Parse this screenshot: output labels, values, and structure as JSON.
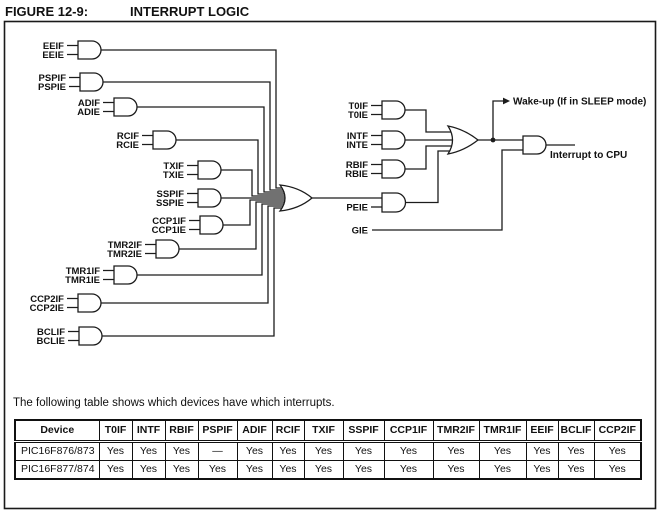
{
  "figure": {
    "label": "FIGURE 12-9:",
    "title": "INTERRUPT LOGIC"
  },
  "diagram": {
    "left_gates": [
      {
        "flag": "EEIF",
        "enable": "EEIE"
      },
      {
        "flag": "PSPIF",
        "enable": "PSPIE"
      },
      {
        "flag": "ADIF",
        "enable": "ADIE"
      },
      {
        "flag": "RCIF",
        "enable": "RCIE"
      },
      {
        "flag": "TXIF",
        "enable": "TXIE"
      },
      {
        "flag": "SSPIF",
        "enable": "SSPIE"
      },
      {
        "flag": "CCP1IF",
        "enable": "CCP1IE"
      },
      {
        "flag": "TMR2IF",
        "enable": "TMR2IE"
      },
      {
        "flag": "TMR1IF",
        "enable": "TMR1IE"
      },
      {
        "flag": "CCP2IF",
        "enable": "CCP2IE"
      },
      {
        "flag": "BCLIF",
        "enable": "BCLIE"
      }
    ],
    "right_gates": [
      {
        "flag": "T0IF",
        "enable": "T0IE"
      },
      {
        "flag": "INTF",
        "enable": "INTE"
      },
      {
        "flag": "RBIF",
        "enable": "RBIE"
      }
    ],
    "peie": "PEIE",
    "gie": "GIE",
    "wakeup": "Wake-up (If in SLEEP mode)",
    "interrupt_to_cpu": "Interrupt to CPU"
  },
  "note": "The following table shows which devices have which interrupts.",
  "table": {
    "headers": [
      "Device",
      "T0IF",
      "INTF",
      "RBIF",
      "PSPIF",
      "ADIF",
      "RCIF",
      "TXIF",
      "SSPIF",
      "CCP1IF",
      "TMR2IF",
      "TMR1IF",
      "EEIF",
      "BCLIF",
      "CCP2IF"
    ],
    "rows": [
      {
        "device": "PIC16F876/873",
        "values": [
          "Yes",
          "Yes",
          "Yes",
          "—",
          "Yes",
          "Yes",
          "Yes",
          "Yes",
          "Yes",
          "Yes",
          "Yes",
          "Yes",
          "Yes",
          "Yes"
        ]
      },
      {
        "device": "PIC16F877/874",
        "values": [
          "Yes",
          "Yes",
          "Yes",
          "Yes",
          "Yes",
          "Yes",
          "Yes",
          "Yes",
          "Yes",
          "Yes",
          "Yes",
          "Yes",
          "Yes",
          "Yes"
        ]
      }
    ]
  }
}
